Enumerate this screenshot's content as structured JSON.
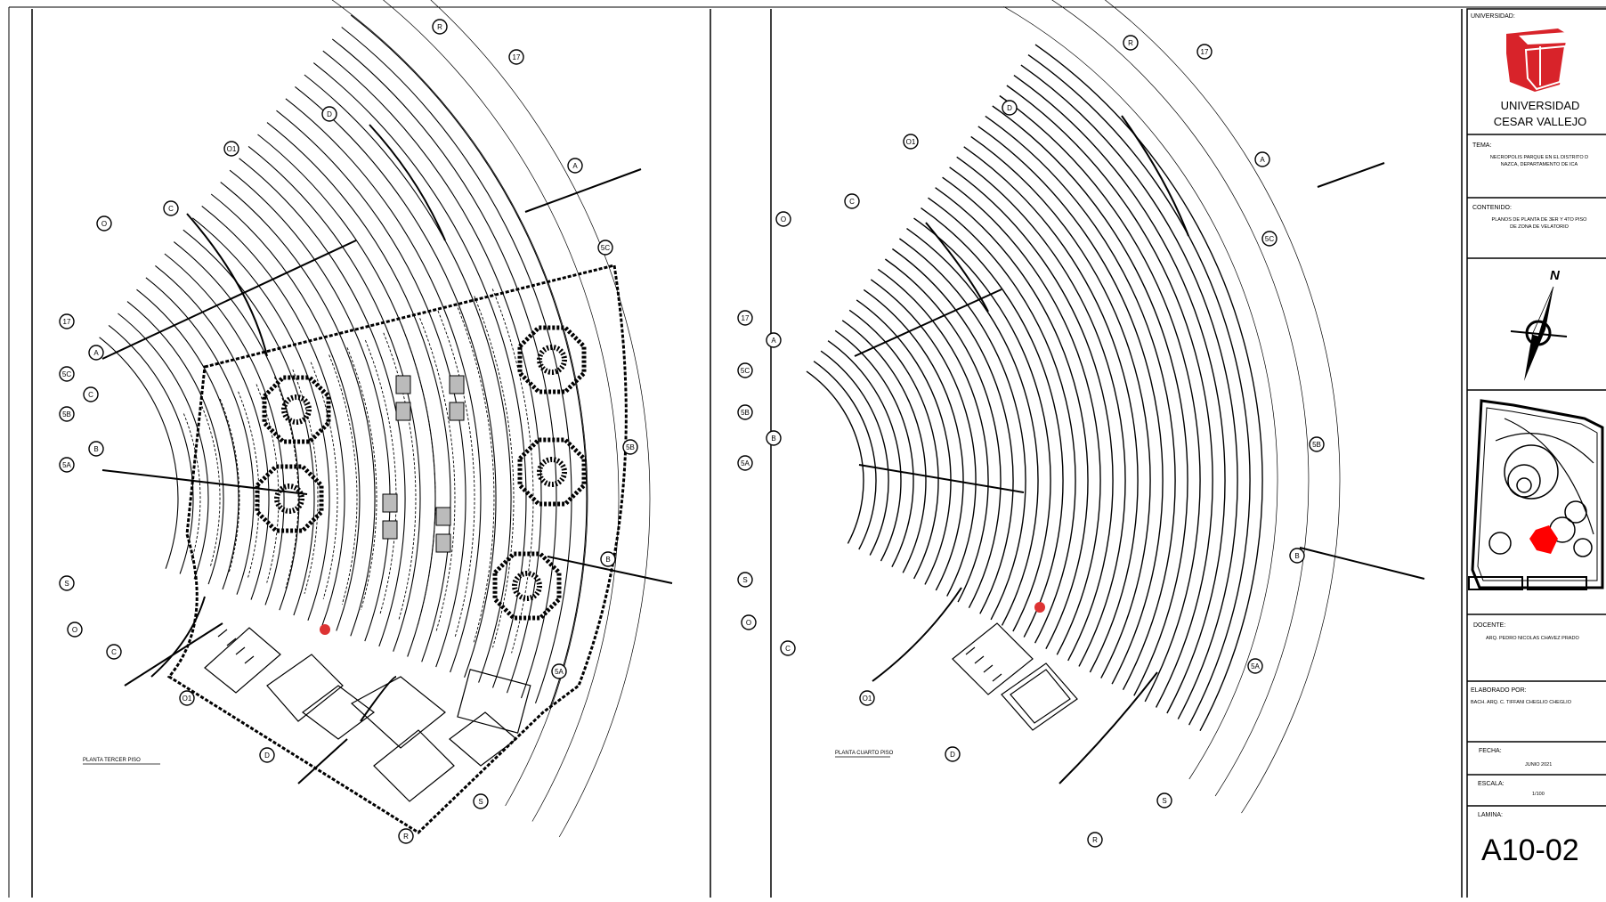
{
  "sheet": {
    "left_plan_title": "PLANTA TERCER PISO",
    "right_plan_title": "PLANTA CUARTO PISO"
  },
  "grid_labels": {
    "left": [
      "R",
      "17",
      "D",
      "O1",
      "A",
      "C",
      "O",
      "5C",
      "17",
      "A",
      "5C",
      "5B",
      "B",
      "5A",
      "5B",
      "C",
      "B",
      "S",
      "O",
      "C",
      "O1",
      "D",
      "5A",
      "S",
      "R"
    ],
    "right": [
      "R",
      "17",
      "D",
      "O1",
      "A",
      "C",
      "O",
      "5C",
      "17",
      "A",
      "5C",
      "5B",
      "B",
      "5A",
      "5B",
      "B",
      "S",
      "O",
      "C",
      "O1",
      "5A",
      "D",
      "S",
      "R"
    ]
  },
  "title_block": {
    "universidad_label": "UNIVERSIDAD:",
    "university_name_line1": "UNIVERSIDAD",
    "university_name_line2": "CESAR VALLEJO",
    "tema_label": "TEMA:",
    "tema_line1": "NECROPOLIS PARQUE EN EL DISTRITO D",
    "tema_line2": "NAZCA, DEPARTAMENTO DE ICA",
    "contenido_label": "CONTENIDO:",
    "contenido_line1": "PLANOS DE PLANTA DE 3ER Y 4TO PISO",
    "contenido_line2": "DE ZONA DE VELATORIO",
    "north_label": "N",
    "docente_label": "DOCENTE:",
    "docente_value": "ARQ. PEDRO NICOLAS CHAVEZ PRADO",
    "elaborado_label": "ELABORADO POR:",
    "elaborado_value": "BACH. ARQ. C. TIFFANI CHEGLIO CHEGLIO",
    "fecha_label": "FECHA:",
    "fecha_value": "JUNIO 2021",
    "escala_label": "ESCALA:",
    "escala_value": "1/100",
    "lamina_label": "LAMINA:",
    "lamina_value": "A10-02"
  },
  "colors": {
    "line": "#000000",
    "brand_red": "#d8232a",
    "site_highlight": "#ff0000"
  }
}
